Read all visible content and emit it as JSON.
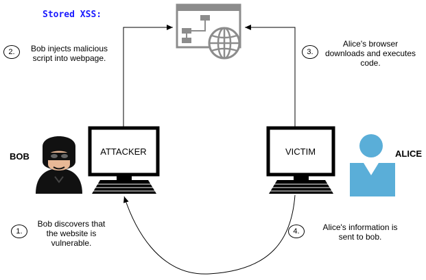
{
  "title": "Stored XSS:",
  "steps": [
    {
      "num": "1.",
      "text": "Bob discovers that\nthe website is\nvulnerable."
    },
    {
      "num": "2.",
      "text": "Bob injects malicious\nscript into webpage."
    },
    {
      "num": "3.",
      "text": "Alice's browser\ndownloads and executes\ncode."
    },
    {
      "num": "4.",
      "text": "Alice's information is\nsent to bob."
    }
  ],
  "attacker": {
    "name": "BOB",
    "screen_label": "ATTACKER"
  },
  "victim": {
    "name": "ALICE",
    "screen_label": "VICTIM"
  },
  "colors": {
    "title": "#1a1aff",
    "alice": "#5aaed8",
    "webpage": "#8c8c8c"
  },
  "icons": [
    "web-server-icon",
    "hacker-icon",
    "person-icon",
    "computer-icon"
  ]
}
